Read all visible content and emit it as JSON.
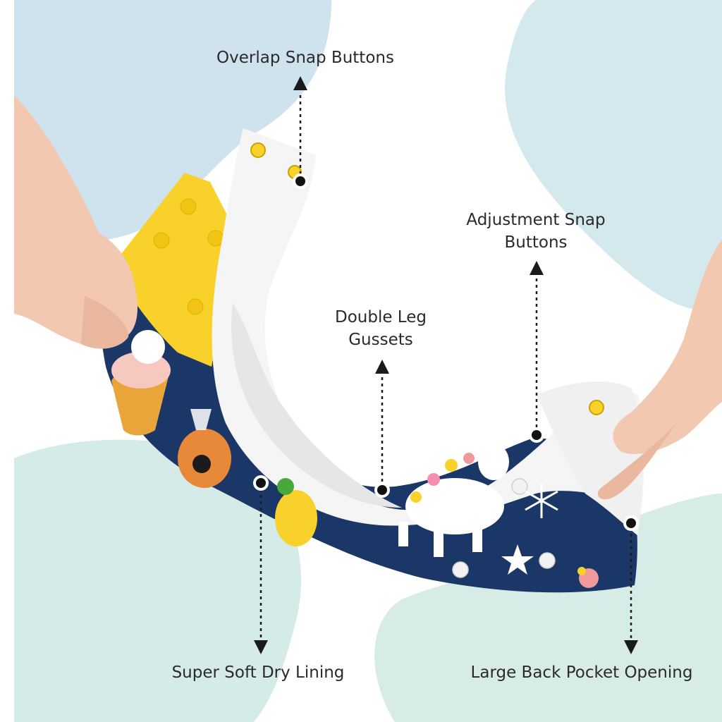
{
  "colors": {
    "navy": "#1b3768",
    "yellow": "#f8d12a",
    "lining": "#f4f4f4",
    "blob_blue": "#cfe3ef",
    "blob_mint": "#d3eae6",
    "text": "#2a2a2a"
  },
  "callouts": {
    "overlap_snap": "Overlap Snap Buttons",
    "adjust_snap_line1": "Adjustment Snap",
    "adjust_snap_line2": "Buttons",
    "leg_gussets_line1": "Double Leg",
    "leg_gussets_line2": "Gussets",
    "soft_lining": "Super Soft Dry Lining",
    "back_pocket": "Large Back Pocket Opening"
  },
  "icons": [
    "up-arrow-icon",
    "down-arrow-icon",
    "snowflake-icon",
    "star-icon",
    "unicorn-icon",
    "bear-icon"
  ]
}
